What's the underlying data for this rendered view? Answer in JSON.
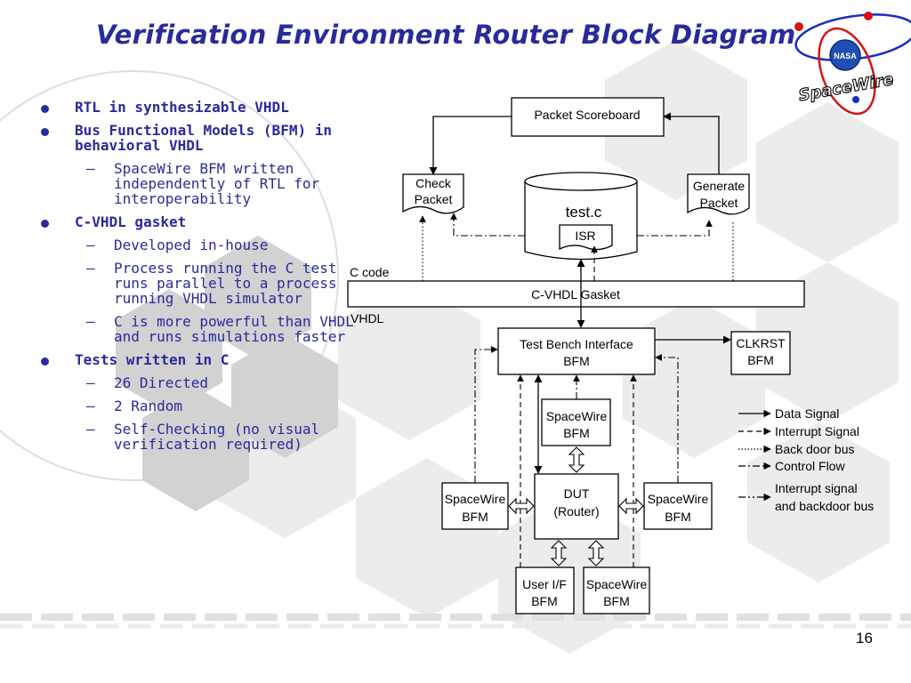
{
  "slide": {
    "title": "Verification Environment Router Block Diagram",
    "page_number": "16"
  },
  "logo": {
    "text": "SpaceWire",
    "emblem": "NASA"
  },
  "bullets": [
    {
      "text": "RTL in synthesizable VHDL",
      "subs": []
    },
    {
      "text": "Bus Functional Models (BFM) in behavioral VHDL",
      "subs": [
        "SpaceWire BFM written independently of RTL for interoperability"
      ]
    },
    {
      "text": "C-VHDL gasket",
      "subs": [
        "Developed in-house",
        "Process running the C test runs parallel to a process running VHDL simulator",
        "C is more powerful than VHDL and runs simulations faster"
      ]
    },
    {
      "text": "Tests written in C",
      "subs": [
        "26 Directed",
        "2 Random",
        "Self-Checking (no visual verification required)"
      ]
    }
  ],
  "diagram": {
    "packet_scoreboard": "Packet Scoreboard",
    "check_packet": [
      "Check",
      "Packet"
    ],
    "generate_packet": [
      "Generate",
      "Packet"
    ],
    "test_c": "test.c",
    "isr": "ISR",
    "c_code_label": "C code",
    "vhdl_label": "VHDL",
    "gasket": "C-VHDL Gasket",
    "tbi": [
      "Test Bench Interface",
      "BFM"
    ],
    "clkrst": [
      "CLKRST",
      "BFM"
    ],
    "sw_top": [
      "SpaceWire",
      "BFM"
    ],
    "sw_left": [
      "SpaceWire",
      "BFM"
    ],
    "sw_right": [
      "SpaceWire",
      "BFM"
    ],
    "sw_bottom": [
      "SpaceWire",
      "BFM"
    ],
    "dut": [
      "DUT",
      "(Router)"
    ],
    "user_if": [
      "User I/F",
      "BFM"
    ]
  },
  "legend": [
    {
      "label": "Data Signal",
      "style": "solid"
    },
    {
      "label": "Interrupt Signal",
      "style": "dashed"
    },
    {
      "label": "Back door bus",
      "style": "dotted"
    },
    {
      "label": "Control Flow",
      "style": "dashdot"
    },
    {
      "label": "Interrupt signal",
      "label2": "and backdoor bus",
      "style": "dashdotdot"
    }
  ],
  "colors": {
    "title": "#2a2a9c",
    "body_text": "#2a2a9c",
    "background_hex": "#e9e9e9"
  }
}
